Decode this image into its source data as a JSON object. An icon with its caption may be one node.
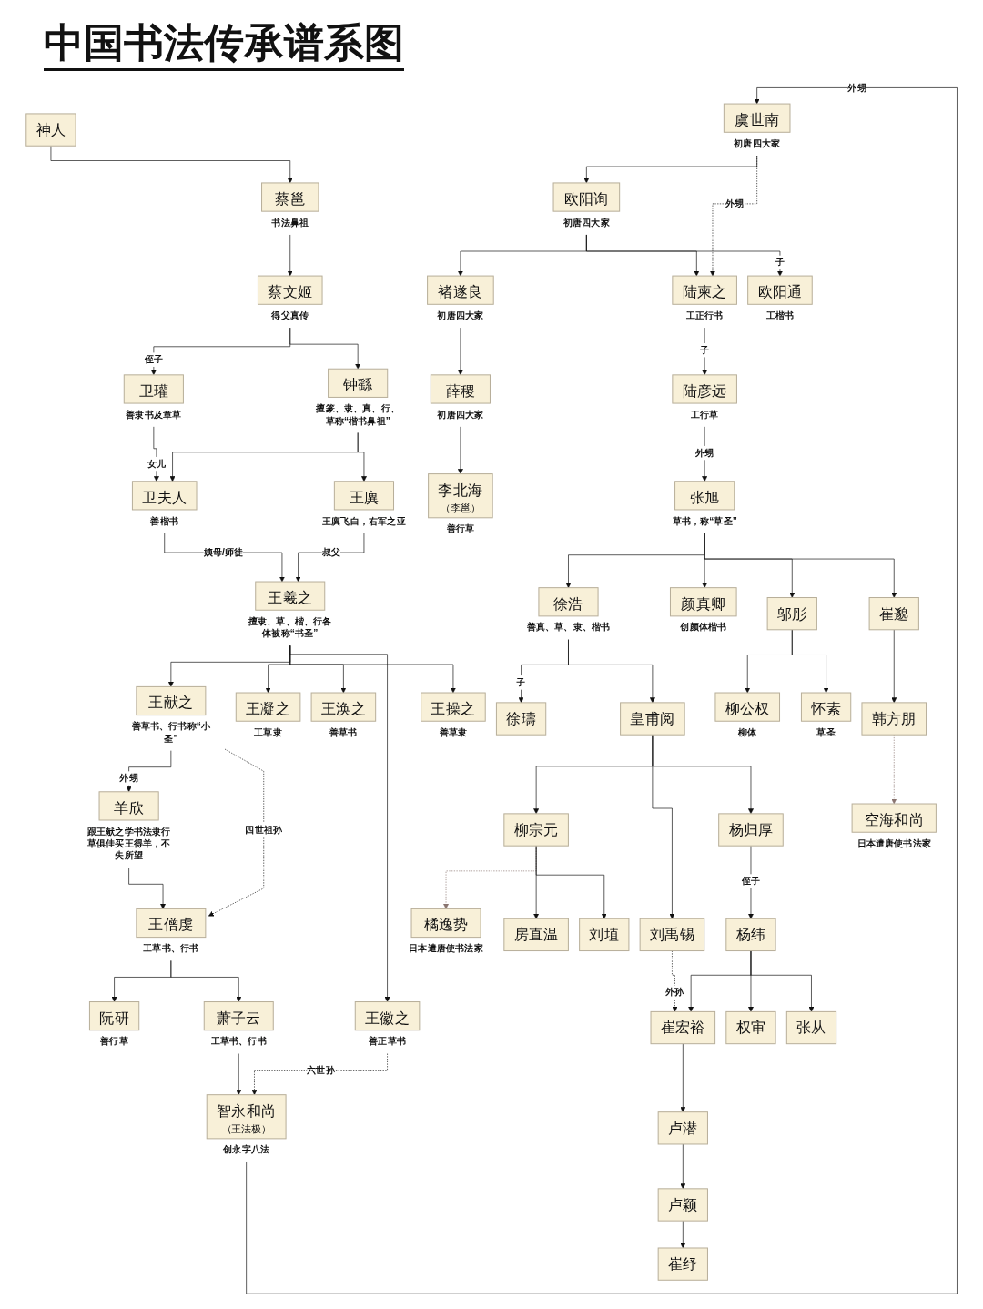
{
  "diagram": {
    "title": "中国书法传承谱系图",
    "nodes": [
      {
        "text": [
          "神人"
        ]
      },
      {
        "text": [
          "蔡邕"
        ],
        "beside": [
          "书法鼻祖"
        ]
      },
      {
        "text": [
          "蔡文姬"
        ],
        "beside": [
          "得父真传"
        ]
      },
      {
        "text": [
          "卫瓘"
        ],
        "beside": [
          "善隶书及章草"
        ]
      },
      {
        "text": [
          "钟繇"
        ],
        "beside": [
          "擅篆、隶、真、行、草称“楷书鼻祖”"
        ]
      },
      {
        "text": [
          "卫夫人"
        ],
        "beside": [
          "善楷书"
        ]
      },
      {
        "text": [
          "王廙"
        ],
        "beside": [
          "王廙飞白，右军之亚"
        ]
      },
      {
        "text": [
          "王羲之"
        ],
        "beside": [
          "擅隶、草、楷、行各体被称“书圣”"
        ]
      },
      {
        "text": [
          "王献之"
        ],
        "beside": [
          "善草书、行书称“小圣”"
        ]
      },
      {
        "text": [
          "王凝之"
        ],
        "beside": [
          "工草隶"
        ]
      },
      {
        "text": [
          "王涣之"
        ],
        "beside": [
          "善草书"
        ]
      },
      {
        "text": [
          "王徽之"
        ],
        "beside": [
          "善正草书"
        ]
      },
      {
        "text": [
          "王操之"
        ],
        "beside": [
          "善草隶"
        ]
      },
      {
        "text": [
          "羊欣"
        ],
        "beside": [
          "跟王献之学书法隶行草俱佳买王得羊，不失所望"
        ]
      },
      {
        "text": [
          "王僧虔"
        ],
        "beside": [
          "工草书、行书"
        ]
      },
      {
        "text": [
          "阮研"
        ],
        "beside": [
          "善行草"
        ]
      },
      {
        "text": [
          "萧子云"
        ],
        "beside": [
          "工草书、行书"
        ]
      },
      {
        "text": [
          "智永和尚",
          "（王法极）"
        ],
        "beside": [
          "创永字八法"
        ]
      },
      {
        "text": [
          "虞世南"
        ],
        "beside": [
          "初唐四大家"
        ]
      },
      {
        "text": [
          "欧阳询"
        ],
        "beside": [
          "初唐四大家"
        ]
      },
      {
        "text": [
          "陆柬之"
        ],
        "beside": [
          "工正行书"
        ]
      },
      {
        "text": [
          "褚遂良"
        ],
        "beside": [
          "初唐四大家"
        ]
      },
      {
        "text": [
          "欧阳通"
        ],
        "beside": [
          "工楷书"
        ]
      },
      {
        "text": [
          "陆彦远"
        ],
        "beside": [
          "工行草"
        ]
      },
      {
        "text": [
          "薛稷"
        ],
        "beside": [
          "初唐四大家"
        ]
      },
      {
        "text": [
          "张旭"
        ],
        "beside": [
          "草书，称“草圣”"
        ]
      },
      {
        "text": [
          "李北海",
          "（李邕）"
        ],
        "beside": [
          "善行草"
        ]
      },
      {
        "text": [
          "徐浩"
        ],
        "beside": [
          "善真、草、隶、楷书"
        ]
      },
      {
        "text": [
          "颜真卿"
        ],
        "beside": [
          "创颜体楷书"
        ]
      },
      {
        "text": [
          "邬彤"
        ]
      },
      {
        "text": [
          "崔邈"
        ]
      },
      {
        "text": [
          "徐璹"
        ]
      },
      {
        "text": [
          "皇甫阅"
        ]
      },
      {
        "text": [
          "柳公权"
        ],
        "beside": [
          "柳体"
        ]
      },
      {
        "text": [
          "怀素"
        ],
        "beside": [
          "草圣"
        ]
      },
      {
        "text": [
          "韩方朋"
        ]
      },
      {
        "text": [
          "柳宗元"
        ]
      },
      {
        "text": [
          "刘禹锡"
        ]
      },
      {
        "text": [
          "杨归厚"
        ]
      },
      {
        "text": [
          "空海和尚"
        ],
        "beside": [
          "日本遣唐使书法家"
        ]
      },
      {
        "text": [
          "橘逸势"
        ],
        "beside": [
          "日本遣唐使书法家"
        ]
      },
      {
        "text": [
          "房直温"
        ]
      },
      {
        "text": [
          "刘埴"
        ]
      },
      {
        "text": [
          "杨纬"
        ]
      },
      {
        "text": [
          "崔宏裕"
        ]
      },
      {
        "text": [
          "权审"
        ]
      },
      {
        "text": [
          "张从"
        ]
      },
      {
        "text": [
          "卢潜"
        ]
      },
      {
        "text": [
          "卢颖"
        ]
      },
      {
        "text": [
          "崔纾"
        ]
      }
    ],
    "edges": [
      {
        "from": 0,
        "to": 1,
        "arrow": "to"
      },
      {
        "from": 1,
        "to": 2,
        "arrow": "to"
      },
      {
        "from": 2,
        "to": 3,
        "arrow": "to",
        "label": "侄子"
      },
      {
        "from": 2,
        "to": 4,
        "arrow": "to"
      },
      {
        "from": 3,
        "to": 5,
        "arrow": "to",
        "label": "女儿"
      },
      {
        "from": 4,
        "to": 5,
        "arrow": "to"
      },
      {
        "from": 4,
        "to": 6,
        "arrow": "to"
      },
      {
        "from": 5,
        "to": 7,
        "arrow": "to",
        "label": "姨母/师徒"
      },
      {
        "from": 6,
        "to": 7,
        "arrow": "to",
        "label": "叔父"
      },
      {
        "from": 7,
        "to": 8,
        "arrow": "to"
      },
      {
        "from": 7,
        "to": 9,
        "arrow": "to"
      },
      {
        "from": 7,
        "to": 10,
        "arrow": "to"
      },
      {
        "from": 7,
        "to": 11,
        "arrow": "to"
      },
      {
        "from": 7,
        "to": 12,
        "arrow": "to"
      },
      {
        "from": 8,
        "to": 13,
        "arrow": "to",
        "label": "外甥"
      },
      {
        "from": 8,
        "to": 14,
        "arrow": "to",
        "label": "四世祖孙",
        "style": "dashed"
      },
      {
        "from": 13,
        "to": 14,
        "arrow": "to"
      },
      {
        "from": 14,
        "to": 15,
        "arrow": "to"
      },
      {
        "from": 14,
        "to": 16,
        "arrow": "to"
      },
      {
        "from": 16,
        "to": 17,
        "arrow": "to"
      },
      {
        "from": 11,
        "to": 17,
        "arrow": "to",
        "label": "六世孙",
        "style": "dashed"
      },
      {
        "from": 17,
        "to": 18,
        "arrow": "to",
        "label": "外甥"
      },
      {
        "from": 18,
        "to": 19,
        "arrow": "to"
      },
      {
        "from": 18,
        "to": 20,
        "arrow": "to",
        "label": "外甥",
        "style": "dashed"
      },
      {
        "from": 19,
        "to": 20,
        "arrow": "to"
      },
      {
        "from": 19,
        "to": 21,
        "arrow": "to"
      },
      {
        "from": 19,
        "to": 22,
        "arrow": "to",
        "label": "子"
      },
      {
        "from": 20,
        "to": 23,
        "arrow": "to",
        "label": "子"
      },
      {
        "from": 21,
        "to": 24,
        "arrow": "to"
      },
      {
        "from": 23,
        "to": 25,
        "arrow": "to",
        "label": "外甥"
      },
      {
        "from": 24,
        "to": 26,
        "arrow": "to"
      },
      {
        "from": 25,
        "to": 27,
        "arrow": "to"
      },
      {
        "from": 25,
        "to": 28,
        "arrow": "to"
      },
      {
        "from": 25,
        "to": 29,
        "arrow": "to"
      },
      {
        "from": 25,
        "to": 30,
        "arrow": "to"
      },
      {
        "from": 27,
        "to": 31,
        "arrow": "to",
        "label": "子"
      },
      {
        "from": 27,
        "to": 32,
        "arrow": "to"
      },
      {
        "from": 29,
        "to": 33,
        "arrow": "to"
      },
      {
        "from": 29,
        "to": 34,
        "arrow": "to"
      },
      {
        "from": 30,
        "to": 35,
        "arrow": "to"
      },
      {
        "from": 35,
        "to": 39,
        "arrow": "to",
        "style": "dashed",
        "color": "#8a7570"
      },
      {
        "from": 32,
        "to": 36,
        "arrow": "to"
      },
      {
        "from": 32,
        "to": 37,
        "arrow": "to"
      },
      {
        "from": 32,
        "to": 38,
        "arrow": "to"
      },
      {
        "from": 36,
        "to": 40,
        "arrow": "to",
        "style": "dashed",
        "color": "#8a7570"
      },
      {
        "from": 36,
        "to": 41,
        "arrow": "to"
      },
      {
        "from": 36,
        "to": 42,
        "arrow": "to"
      },
      {
        "from": 37,
        "to": 44,
        "arrow": "to",
        "label": "外孙",
        "style": "dashed"
      },
      {
        "from": 38,
        "to": 43,
        "arrow": "to",
        "label": "侄子"
      },
      {
        "from": 43,
        "to": 44,
        "arrow": "to"
      },
      {
        "from": 43,
        "to": 45,
        "arrow": "to"
      },
      {
        "from": 43,
        "to": 46,
        "arrow": "to"
      },
      {
        "from": 44,
        "to": 47,
        "arrow": "to"
      },
      {
        "from": 47,
        "to": 48,
        "arrow": "to"
      },
      {
        "from": 48,
        "to": 49,
        "arrow": "to"
      }
    ]
  }
}
